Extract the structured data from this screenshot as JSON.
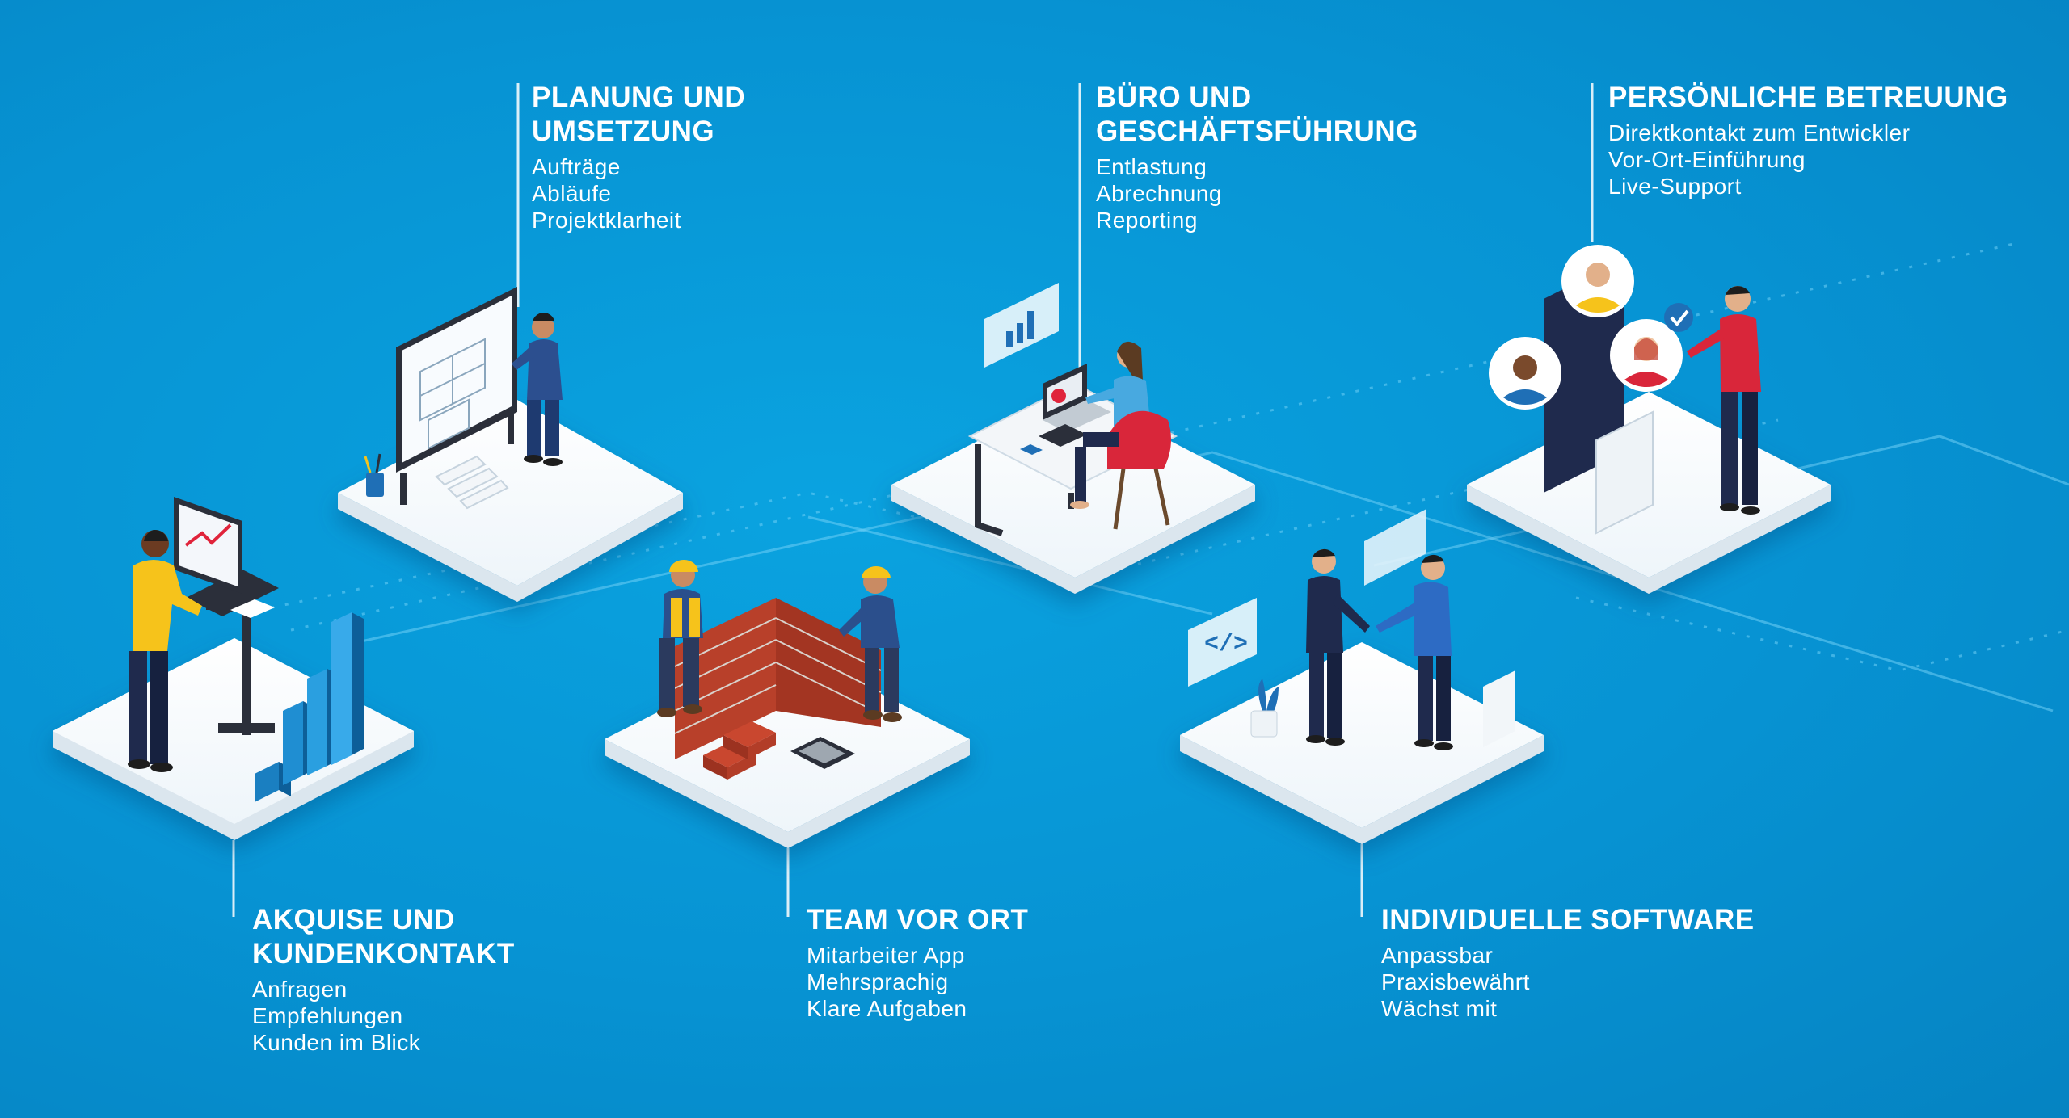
{
  "sections": [
    {
      "id": "akquise",
      "title": "AKQUISE UND KUNDENKONTAKT",
      "items": [
        "Anfragen",
        "Empfehlungen",
        "Kunden im Blick"
      ]
    },
    {
      "id": "planung",
      "title": "PLANUNG UND UMSETZUNG",
      "items": [
        "Aufträge",
        "Abläufe",
        "Projektklarheit"
      ]
    },
    {
      "id": "team",
      "title": "TEAM VOR ORT",
      "items": [
        "Mitarbeiter App",
        "Mehrsprachig",
        "Klare Aufgaben"
      ]
    },
    {
      "id": "buero",
      "title": "BÜRO UND GESCHÄFTSFÜHRUNG",
      "items": [
        "Entlastung",
        "Abrechnung",
        "Reporting"
      ]
    },
    {
      "id": "software",
      "title": "INDIVIDUELLE SOFTWARE",
      "items": [
        "Anpassbar",
        "Praxisbewährt",
        "Wächst mit"
      ]
    },
    {
      "id": "betreuung",
      "title": "PERSÖNLICHE BETREUUNG",
      "items": [
        "Direktkontakt zum Entwickler",
        "Vor-Ort-Einführung",
        "Live-Support"
      ]
    }
  ],
  "code_icon": "</>",
  "colors": {
    "background": "#0793d3",
    "platform": "#ffffff",
    "accent_yellow": "#f6c31b",
    "accent_red": "#d9263a",
    "brick": "#b8402a",
    "navy": "#1f2a4d"
  }
}
